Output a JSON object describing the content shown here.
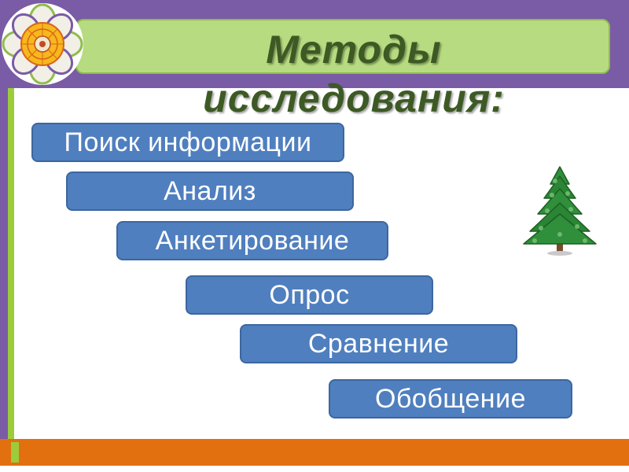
{
  "slide": {
    "title_line1": "Методы",
    "title_line2": "исследования:"
  },
  "methods": [
    "Поиск информации",
    "Анализ",
    "Анкетирование",
    "Опрос",
    "Сравнение",
    "Обобщение"
  ],
  "colors": {
    "frame_purple": "#7a5ba6",
    "title_bar_green": "#b7db80",
    "title_text": "#3d5a24",
    "method_blue": "#4f7fbf",
    "bottom_orange": "#e2700f"
  },
  "icons": {
    "logo": "flower-logo-icon",
    "tree": "fir-tree-icon"
  }
}
